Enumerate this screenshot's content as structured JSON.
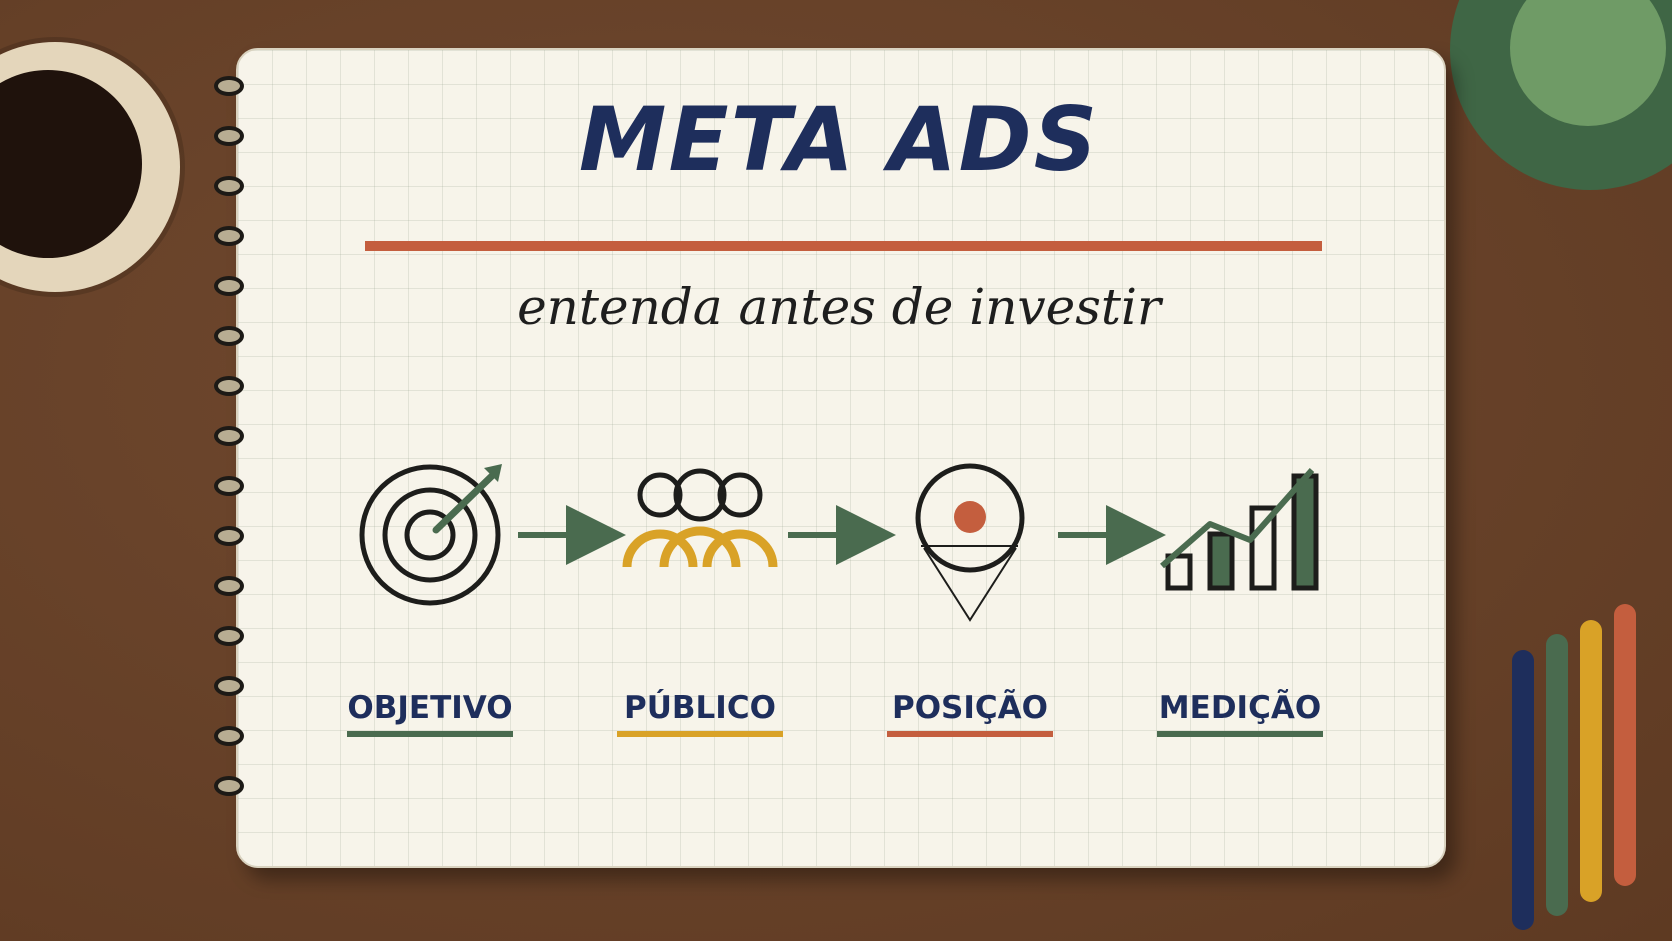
{
  "title": "META ADS",
  "subtitle": "entenda antes de investir",
  "steps": [
    {
      "label": "OBJETIVO",
      "icon": "target-icon",
      "color": "#4a6b4f"
    },
    {
      "label": "PÚBLICO",
      "icon": "people-icon",
      "color": "#d9a227"
    },
    {
      "label": "POSIÇÃO",
      "icon": "location-pin-icon",
      "color": "#c45e3e"
    },
    {
      "label": "MEDIÇÃO",
      "icon": "bar-chart-icon",
      "color": "#4a6b4f"
    }
  ],
  "colors": {
    "navy": "#1e2e5c",
    "green": "#4a6b4f",
    "mustard": "#d9a227",
    "terracotta": "#c45e3e",
    "paper": "#f7f4ea",
    "desk": "#6b4227"
  }
}
